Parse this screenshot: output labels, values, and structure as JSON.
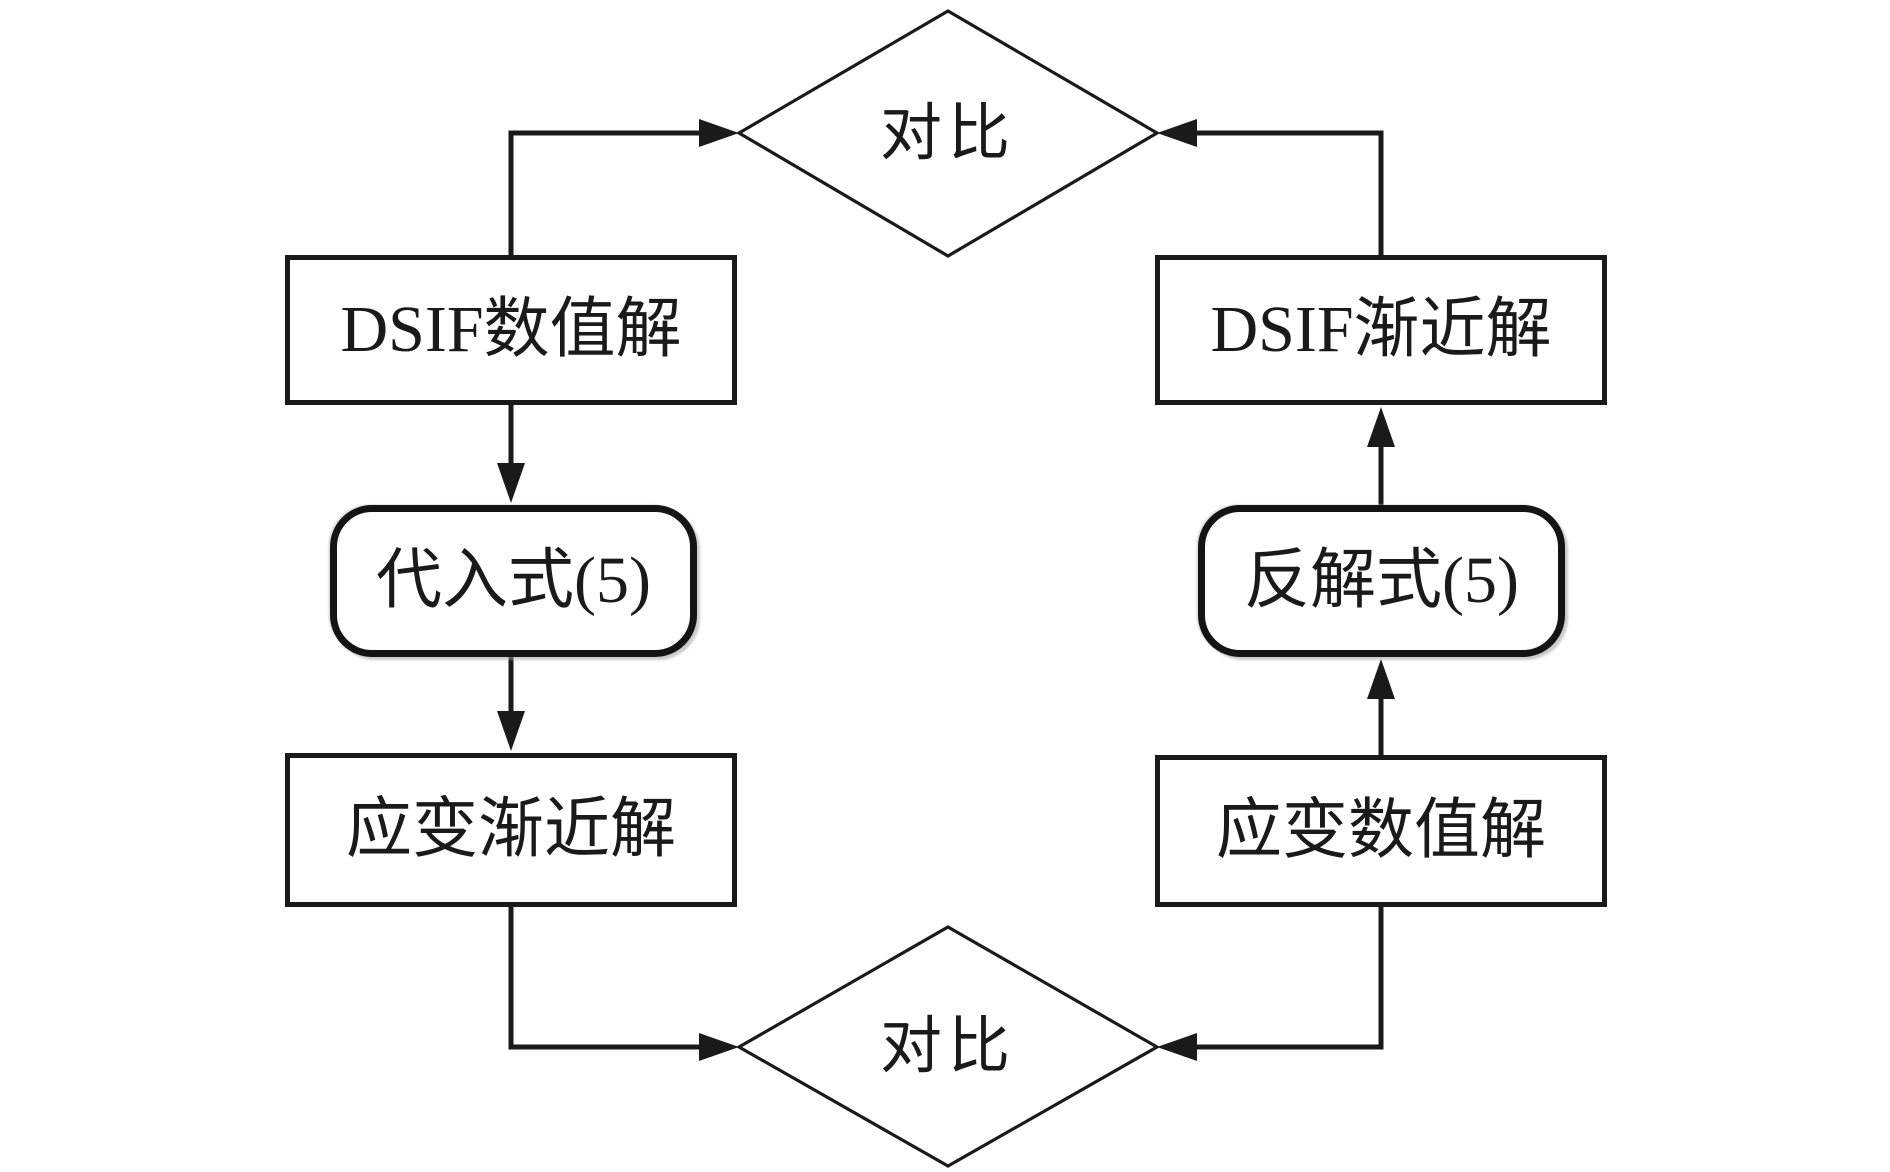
{
  "figure": {
    "background": "#ffffff",
    "line_color": "#1a1a1a",
    "nodes": {
      "top_compare": {
        "shape": "diamond",
        "label": "对比"
      },
      "bottom_compare": {
        "shape": "diamond",
        "label": "对比"
      },
      "dsif_numerical": {
        "shape": "rect",
        "label": "DSIF数值解"
      },
      "substitute_eq5": {
        "shape": "rounded",
        "label": "代入式(5)"
      },
      "strain_asymptotic": {
        "shape": "rect",
        "label": "应变渐近解"
      },
      "dsif_asymptotic": {
        "shape": "rect",
        "label": "DSIF渐近解"
      },
      "inverse_eq5": {
        "shape": "rounded",
        "label": "反解式(5)"
      },
      "strain_numerical": {
        "shape": "rect",
        "label": "应变数值解"
      }
    },
    "flow": [
      "DSIF数值解 → 代入式(5) → 应变渐近解 → 对比(下)",
      "应变数值解 → 反解式(5) → DSIF渐近解 → 对比(上)",
      "DSIF数值解 → 对比(上)",
      "应变渐近解 → 对比(下)"
    ]
  }
}
